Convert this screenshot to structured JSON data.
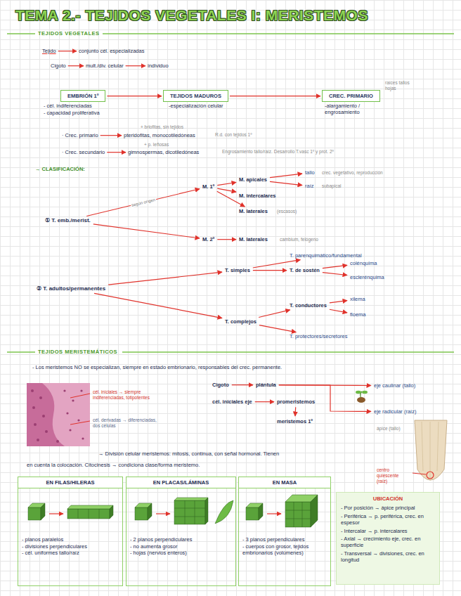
{
  "diagram": {
    "title": "TEMA 2.- TEJIDOS VEGETALES I: MERISTEMOS",
    "nodes": [
      {
        "text": [
          "EMBRIÓN 1º"
        ]
      },
      {
        "text": [
          "TEJIDOS MADUROS"
        ]
      },
      {
        "text": [
          "CREC. PRIMARIO"
        ]
      },
      {
        "text": [
          "① T. emb./merist."
        ]
      },
      {
        "text": [
          "M. 1º"
        ]
      },
      {
        "text": [
          "M. apicales"
        ]
      },
      {
        "text": [
          "M. intercalares"
        ]
      },
      {
        "text": [
          "M. laterales"
        ]
      },
      {
        "text": [
          "M. 2º"
        ]
      },
      {
        "text": [
          "M. laterales"
        ]
      },
      {
        "text": [
          "tallo"
        ]
      },
      {
        "text": [
          "raíz"
        ]
      },
      {
        "text": [
          "② T. adultos/permanentes"
        ]
      },
      {
        "text": [
          "T. simples"
        ]
      },
      {
        "text": [
          "T. parenquimático/fundamental"
        ]
      },
      {
        "text": [
          "T. de sostén"
        ]
      },
      {
        "text": [
          "colénquima"
        ]
      },
      {
        "text": [
          "esclerénquima"
        ]
      },
      {
        "text": [
          "T. complejos"
        ]
      },
      {
        "text": [
          "T. conductores"
        ]
      },
      {
        "text": [
          "xilema"
        ]
      },
      {
        "text": [
          "floema"
        ]
      },
      {
        "text": [
          "T. protectores/secretores"
        ]
      },
      {
        "text": [
          "Cigoto"
        ]
      },
      {
        "text": [
          "plántula"
        ]
      },
      {
        "text": [
          "cél. iniciales eje"
        ]
      },
      {
        "text": [
          "promeristemos"
        ]
      },
      {
        "text": [
          "meristemos 1º"
        ]
      },
      {
        "text": [
          "eje caulinar (tallo)"
        ]
      },
      {
        "text": [
          "eje radicular (raíz)"
        ]
      },
      {
        "text": [
          "EN FILAS/HILERAS",
          "- planos paralelos",
          "- divisiones perpendiculares",
          "- cél. uniformes tallo/raíz"
        ]
      },
      {
        "text": [
          "EN PLACAS/LÁMINAS",
          "- 2 planos perpendiculares",
          "- no aumenta grosor",
          "- hojas (nervios enteros)"
        ]
      },
      {
        "text": [
          "EN MASA",
          "- 3 planos perpendiculares",
          "- cuerpos con grosor, tejidos embrionarios (volúmenes)"
        ]
      },
      {
        "text": [
          "UBICACIÓN",
          "- Por posición → ápice principal",
          "- Periférica → p. periférica, crec. en espesor",
          "- Intercalar → p. intercalares",
          "- Axial → crecimiento eje, crec. en superficie",
          "- Transversal → divisiones, crec. en longitud"
        ]
      }
    ],
    "edges": [
      {
        "from": 0,
        "to": 1,
        "arrow": "to"
      },
      {
        "from": 1,
        "to": 2,
        "arrow": "to"
      },
      {
        "from": 3,
        "to": 4,
        "label": "según origen",
        "arrow": "to"
      },
      {
        "from": 3,
        "to": 8,
        "arrow": "to"
      },
      {
        "from": 4,
        "to": 5,
        "arrow": "to"
      },
      {
        "from": 4,
        "to": 6,
        "arrow": "to"
      },
      {
        "from": 4,
        "to": 7,
        "arrow": "to"
      },
      {
        "from": 8,
        "to": 9,
        "arrow": "to"
      },
      {
        "from": 5,
        "to": 10,
        "arrow": "to"
      },
      {
        "from": 5,
        "to": 11,
        "arrow": "to"
      },
      {
        "from": 12,
        "to": 13,
        "arrow": "to"
      },
      {
        "from": 12,
        "to": 18,
        "arrow": "to"
      },
      {
        "from": 13,
        "to": 14,
        "arrow": "to"
      },
      {
        "from": 13,
        "to": 15,
        "arrow": "to"
      },
      {
        "from": 15,
        "to": 16,
        "arrow": "to"
      },
      {
        "from": 15,
        "to": 17,
        "arrow": "to"
      },
      {
        "from": 18,
        "to": 19,
        "arrow": "to"
      },
      {
        "from": 18,
        "to": 22,
        "arrow": "to"
      },
      {
        "from": 19,
        "to": 20,
        "arrow": "to"
      },
      {
        "from": 19,
        "to": 21,
        "arrow": "to"
      },
      {
        "from": 23,
        "to": 24,
        "arrow": "to"
      },
      {
        "from": 25,
        "to": 26,
        "arrow": "to"
      },
      {
        "from": 26,
        "to": 27,
        "arrow": "to"
      },
      {
        "from": 24,
        "to": 28,
        "arrow": "to"
      },
      {
        "from": 24,
        "to": 29,
        "arrow": "to"
      }
    ],
    "labels": [
      "TEJIDOS VEGETALES",
      "Tejido",
      "conjunto cél. especializadas",
      "Cigoto",
      "mult./div. celular",
      "individuo",
      "raíces tallos hojas",
      "- cél. indiferenciadas",
      "- capacidad proliferativa",
      "-especialización celular",
      "-alargamiento / engrosamiento",
      "+ briofitas, sin tejidos",
      "· Crec. primario",
      "pteridofitas, monocotiledóneas",
      "R.d. con tejidos 1º",
      "+ p. leñosas",
      "· Crec. secundario",
      "gimnospermas, dicotiledóneas",
      "Engrosamiento tallo/raíz. Desarrollo T.vasc 1º y prot. 2º",
      "→ CLASIFICACIÓN:",
      "crec. vegetativo, reproducción",
      "subapical",
      "(escasos)",
      "cambium, felógeno",
      "TEJIDOS MERISTEMÁTICOS",
      "- Los meristemos NO se especializan, siempre en estado embrionario, responsables del crec. permanente.",
      "cél. iniciales → siempre indiferenciadas, totipotentes",
      "cél. derivadas → diferenciadas, dos células",
      "→ División celular meristemos: mitosis, continua, con señal hormonal. Tienen",
      "en cuenta la colocación. Citocinesis → condiciona clase/forma meristemo.",
      "ápice (tallo)",
      "centro quiescente (raíz)"
    ]
  }
}
